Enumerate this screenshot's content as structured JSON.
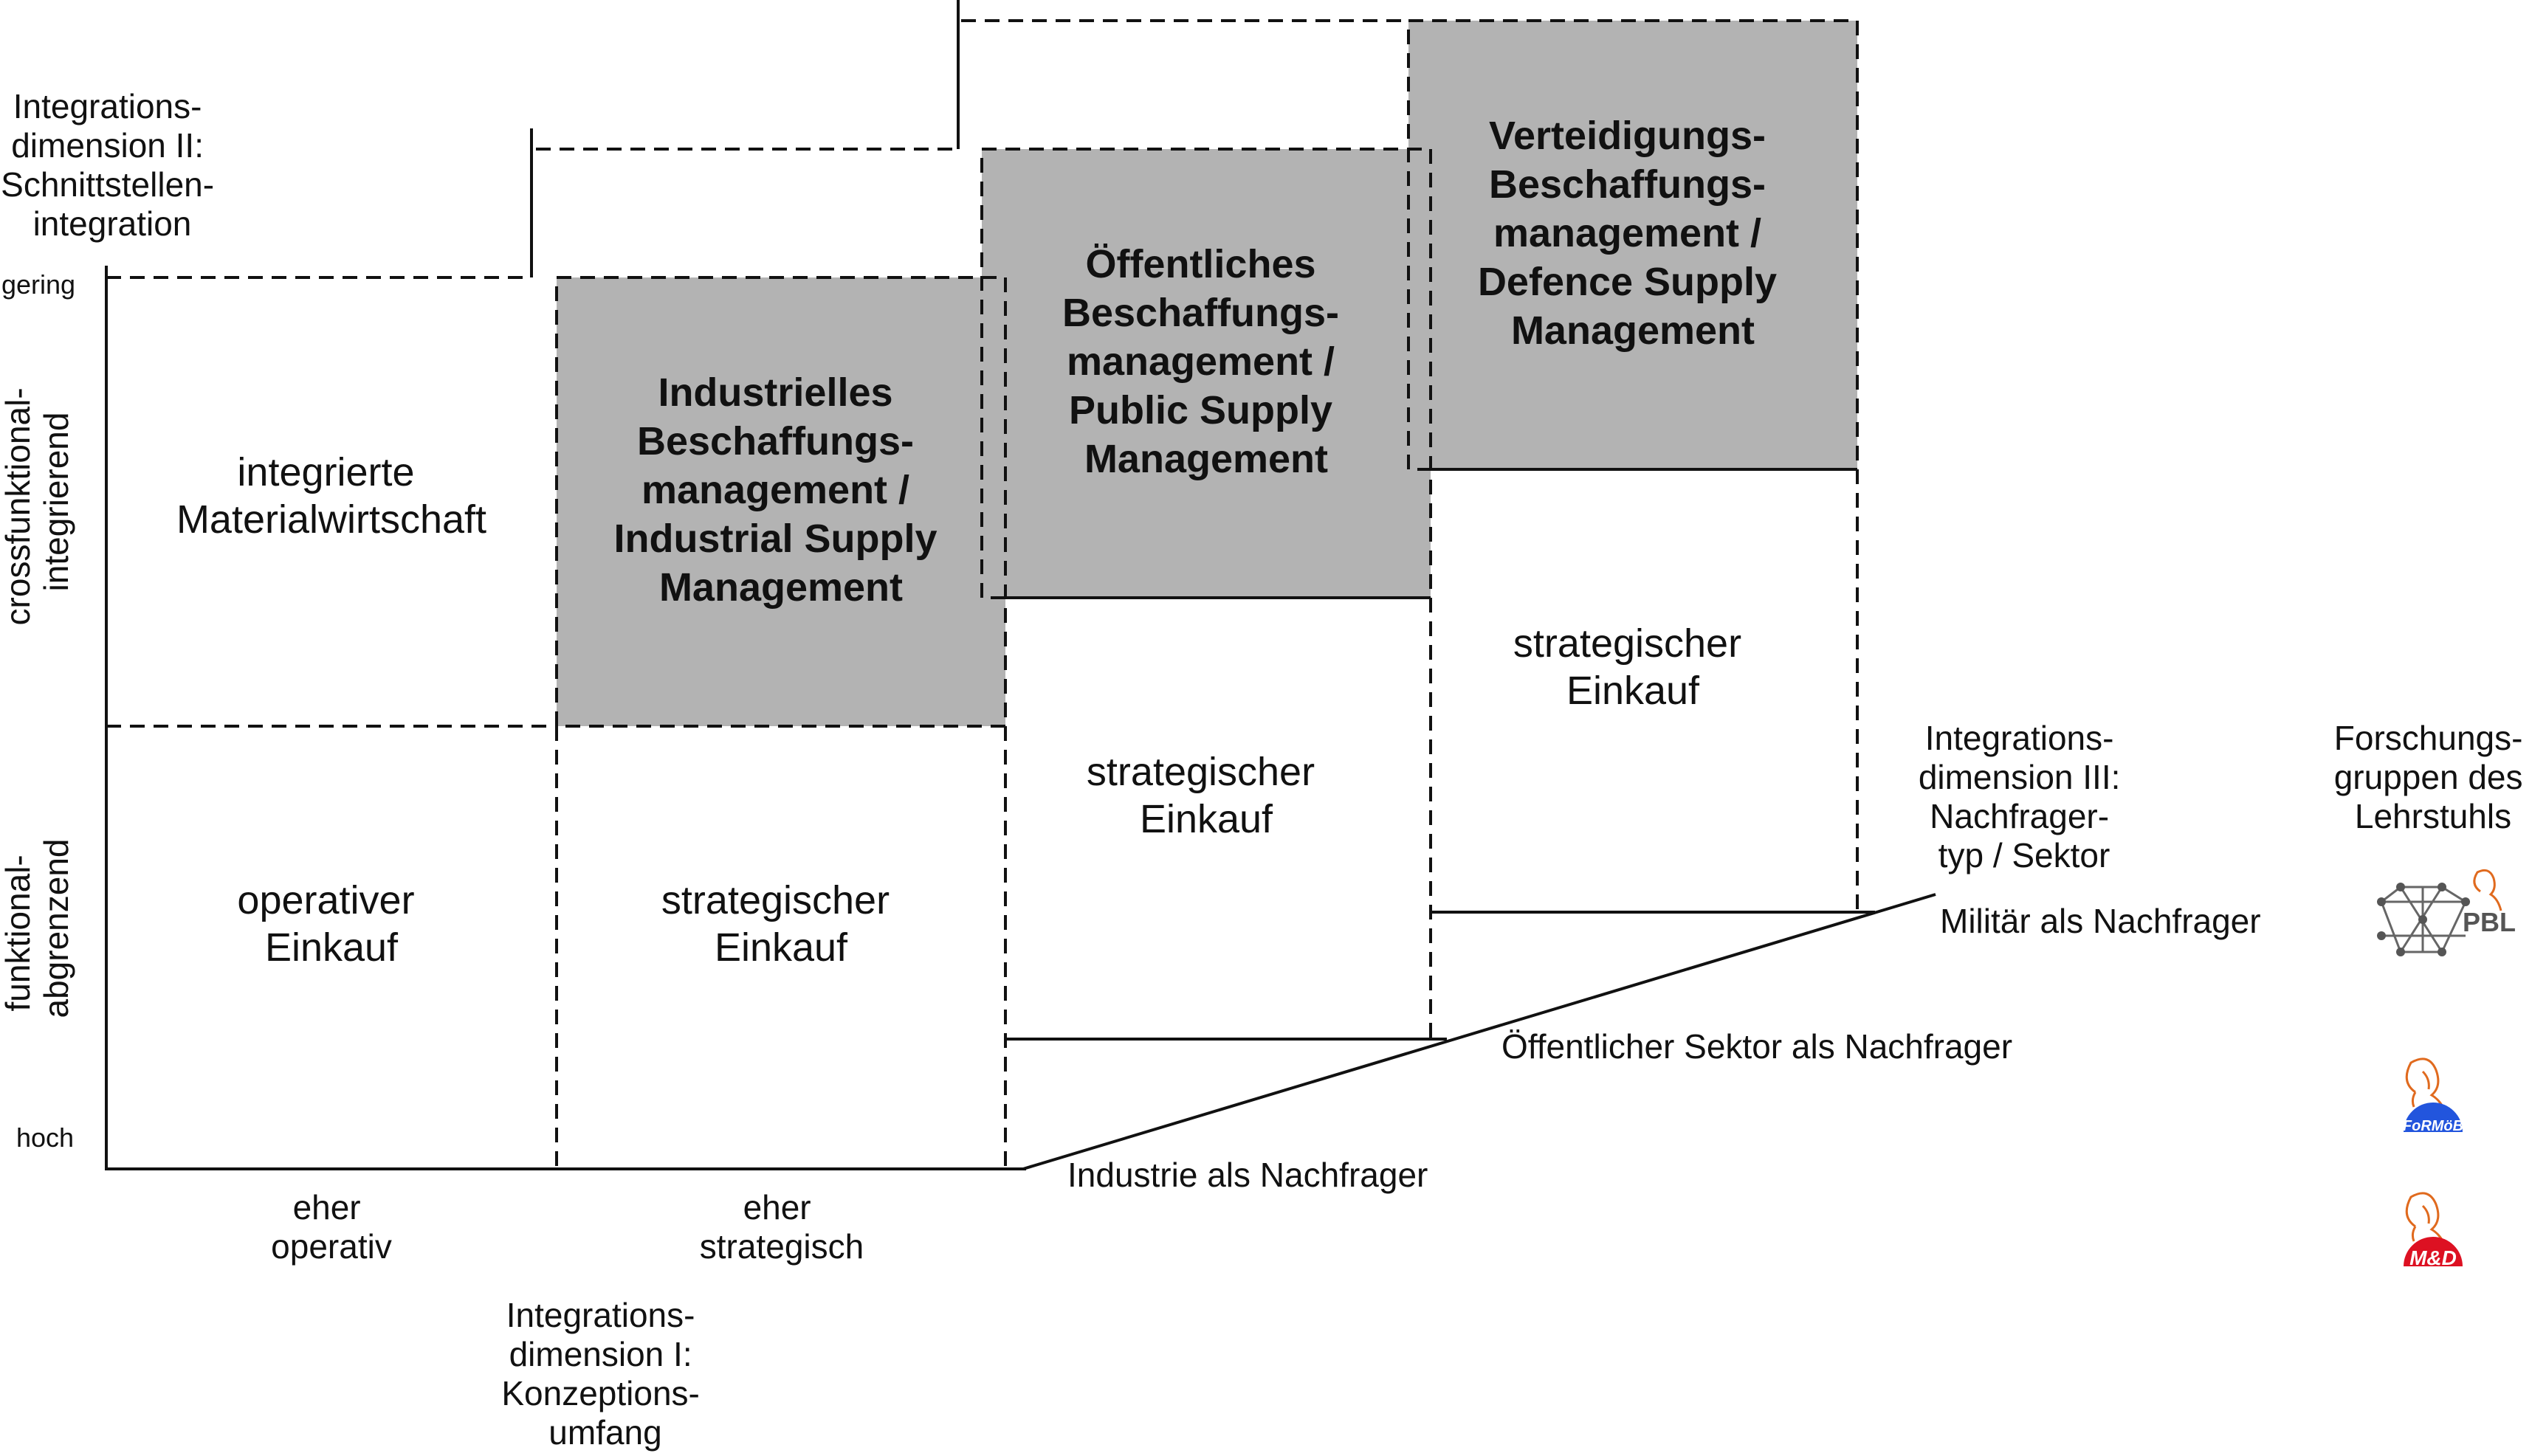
{
  "dim2": {
    "title": [
      "Integrations-",
      "dimension II:",
      "Schnittstellen-",
      "integration"
    ],
    "low": "gering",
    "high": "hoch",
    "upper": [
      "crossfunktional-",
      "integrierend"
    ],
    "lower": [
      "funktional-",
      "abgrenzend"
    ]
  },
  "dim1": {
    "title": [
      "Integrations-",
      "dimension I:",
      "Konzeptions-",
      "umfang"
    ],
    "col1": [
      "eher",
      "operativ"
    ],
    "col2": [
      "eher",
      "strategisch"
    ]
  },
  "dim3": {
    "title": [
      "Integrations-",
      "dimension III:",
      "Nachfrager-",
      "typ / Sektor"
    ],
    "industry": "Industrie als Nachfrager",
    "public": "Öffentlicher Sektor als Nachfrager",
    "military": "Militär als Nachfrager"
  },
  "cells": {
    "integrated_materials": [
      "integrierte",
      "Materialwirtschaft"
    ],
    "operative_purchasing": [
      "operativer",
      "Einkauf"
    ],
    "strategic_purchasing_industry": [
      "strategischer",
      "Einkauf"
    ],
    "strategic_purchasing_public": [
      "strategischer",
      "Einkauf"
    ],
    "strategic_purchasing_defence": [
      "strategischer",
      "Einkauf"
    ],
    "industrial_supply": [
      "Industrielles",
      "Beschaffungs-",
      "management /",
      "Industrial Supply",
      "Management"
    ],
    "public_supply": [
      "Öffentliches",
      "Beschaffungs-",
      "management /",
      "Public Supply",
      "Management"
    ],
    "defence_supply": [
      "Verteidigungs-",
      "Beschaffungs-",
      "management /",
      "Defence Supply",
      "Management"
    ]
  },
  "research_groups": {
    "title": [
      "Forschungs-",
      "gruppen des",
      "Lehrstuhls"
    ],
    "logos": [
      {
        "name": "PBL",
        "icon": "network-cube-icon",
        "color": "#555555"
      },
      {
        "name": "FoRMöB",
        "icon": "bust-blue-circle-icon",
        "color": "#2255dd"
      },
      {
        "name": "M&D",
        "icon": "bust-red-circle-icon",
        "color": "#dd1122"
      }
    ]
  },
  "colors": {
    "box_fill": "#b3b3b3",
    "logo_accent": "#e06a1e"
  }
}
